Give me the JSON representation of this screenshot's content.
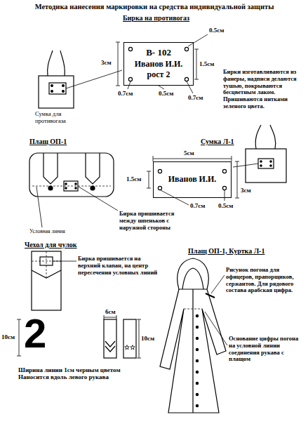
{
  "diagram": {
    "title": "Методика нанесения маркировки на средства индивидуальной защиты",
    "nodes": [
      {
        "text": [
          "В- 102",
          "Иванов И.И.",
          "рост 2"
        ]
      },
      {
        "text": [
          "Иванов И.И."
        ]
      }
    ],
    "labels": [
      "Бирка на противогаз",
      "0.5см",
      "3см",
      "1.5см",
      "Бирки изготавливаются из фанеры, надписи делаются тушью, покрываются бесцветным лаком. Пришиваются нитками зеленого цвета.",
      "0.7см",
      "0.5см",
      "0.7см",
      "Сумка для противогаза",
      "Плащ ОП-1",
      "Сумка Л-1",
      "5см",
      "1.5см",
      "3см",
      "0.7см",
      "0.5см",
      "Бирка пришивается между шпеньков с наружной стороны",
      "Условная линия",
      "Чехол для чулок",
      "Бирка пришивается на верхний клапан, на центр пересечения условных линий",
      "Плащ ОП-1, Куртка Л-1",
      "Рисунок погона для офицеров, прапорщиков, сержантов. Для рядового состава арабская цифра.",
      "6см",
      "2",
      "10см",
      "10см",
      "Основание цифры погона на условной линии соединения рукава с плащом",
      "Ширина линии 1см черным цветом Наносится вдоль левого рукава"
    ]
  }
}
